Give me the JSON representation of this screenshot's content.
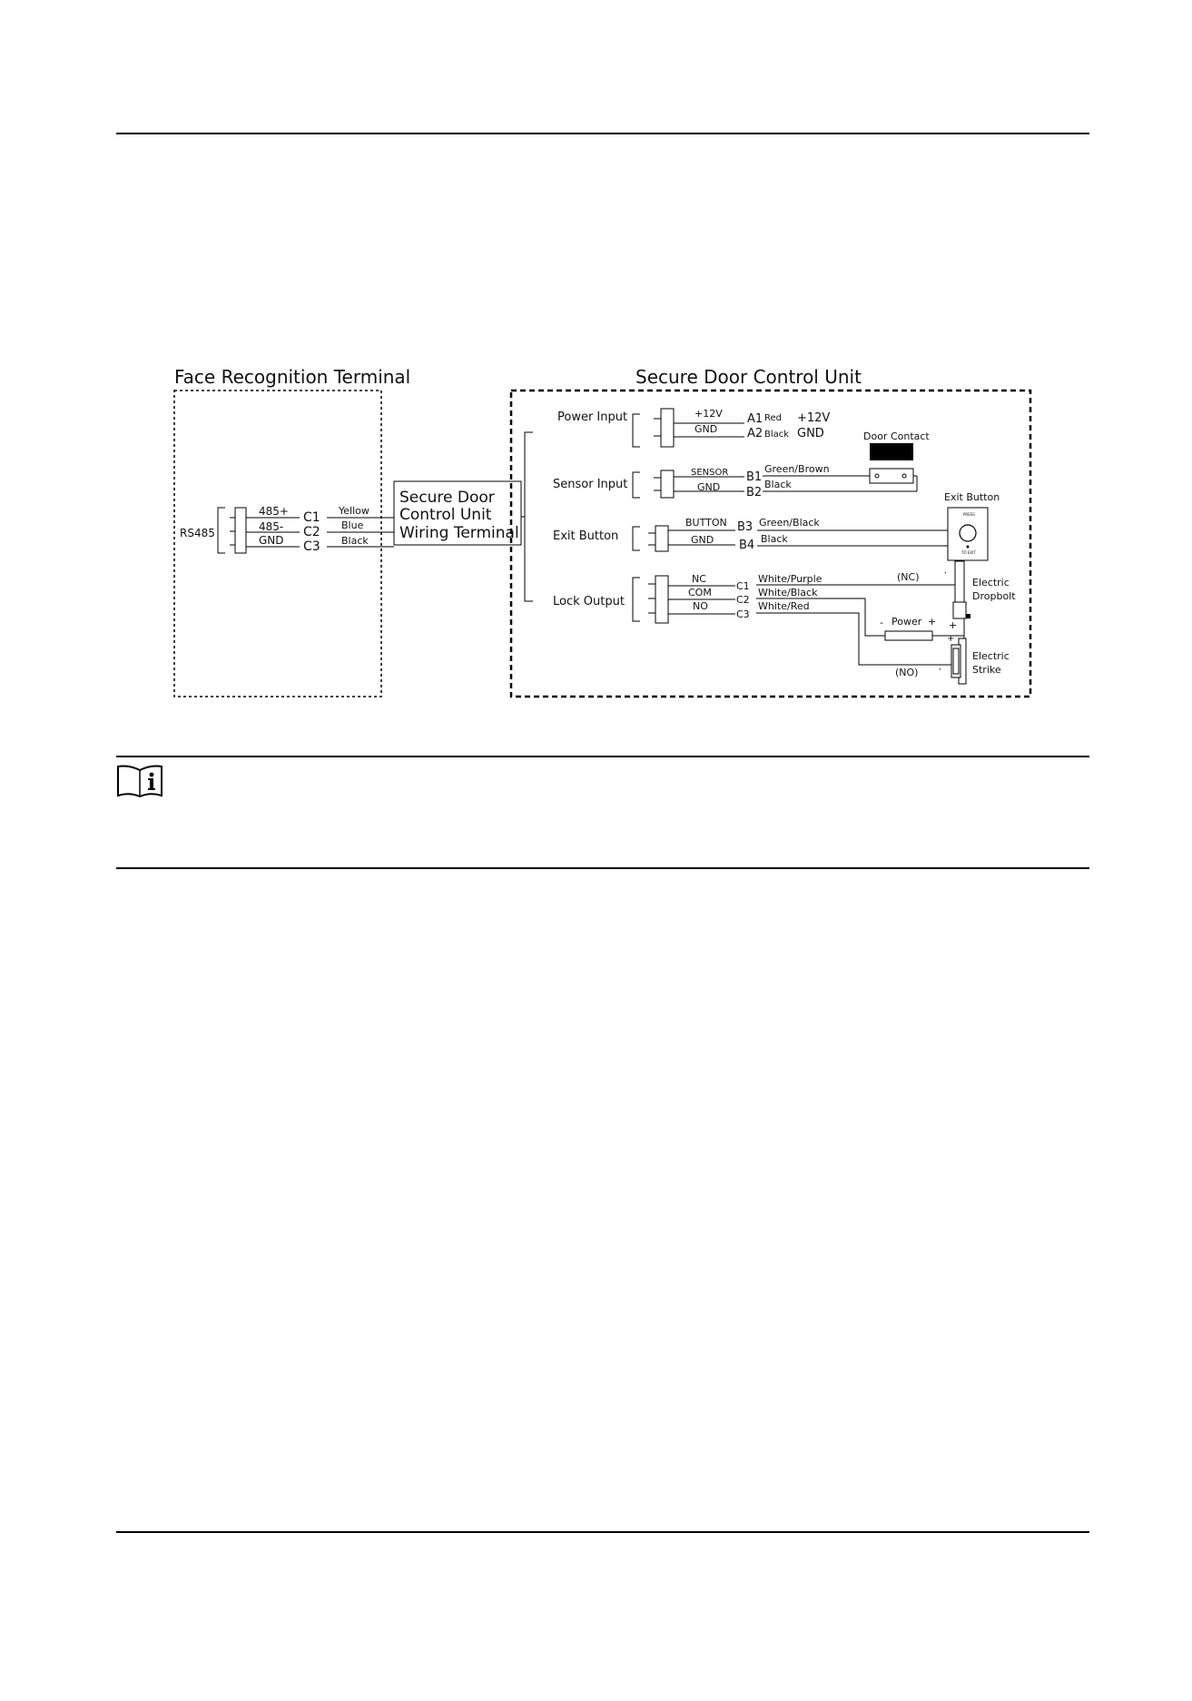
{
  "diagram": {
    "terminal": {
      "title": "Face Recognition Terminal",
      "interface": "RS485",
      "pins": [
        "485+",
        "485-",
        "GND"
      ],
      "ports": [
        "C1",
        "C2",
        "C3"
      ],
      "wire_colors": [
        "Yellow",
        "Blue",
        "Black"
      ]
    },
    "wiring_terminal": {
      "line1": "Secure Door",
      "line2": "Control Unit",
      "line3": "Wiring Terminal"
    },
    "unit": {
      "title": "Secure Door Control Unit",
      "power_input": {
        "label": "Power Input",
        "pins": [
          "+12V",
          "GND"
        ],
        "ports": [
          "A1",
          "A2"
        ],
        "wire_colors": [
          "Red",
          "Black"
        ],
        "supply": [
          "+12V",
          "GND"
        ]
      },
      "sensor_input": {
        "label": "Sensor Input",
        "pins": [
          "SENSOR",
          "GND"
        ],
        "ports": [
          "B1",
          "B2"
        ],
        "wire_colors": [
          "Green/Brown",
          "Black"
        ],
        "device": "Door Contact"
      },
      "exit_button": {
        "label": "Exit Button",
        "pins": [
          "BUTTON",
          "GND"
        ],
        "ports": [
          "B3",
          "B4"
        ],
        "wire_colors": [
          "Green/Black",
          "Black"
        ],
        "device": "Exit Button",
        "device_text_top": "PRESS",
        "device_text_bottom": "TO EXIT"
      },
      "lock_output": {
        "label": "Lock Output",
        "pins": [
          "NC",
          "COM",
          "NO"
        ],
        "ports": [
          "C1",
          "C2",
          "C3"
        ],
        "wire_colors": [
          "White/Purple",
          "White/Black",
          "White/Red"
        ],
        "nc_label": "(NC)",
        "no_label": "(NO)",
        "power_label": "Power",
        "minus": "-",
        "plus": "+",
        "dropbolt": [
          "Electric",
          "Dropbolt"
        ],
        "strike": [
          "Electric",
          "Strike"
        ]
      }
    }
  },
  "note_icon": "info-book-icon"
}
